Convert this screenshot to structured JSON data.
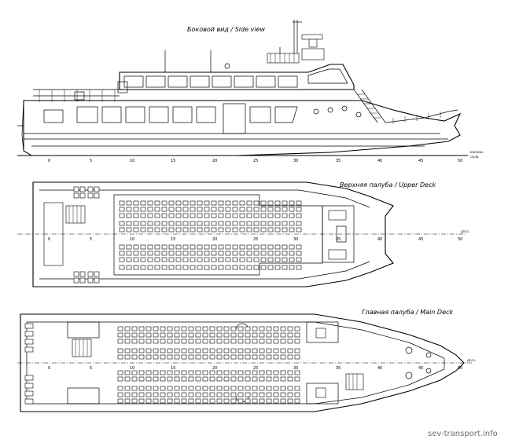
{
  "side_view": {
    "title": "Боковой вид / Side view",
    "frame_numbers": [
      "0",
      "5",
      "10",
      "15",
      "20",
      "25",
      "30",
      "35",
      "40",
      "45",
      "50"
    ],
    "waterline_labels": [
      "КВЛ/DWL",
      "ОЛ/BL"
    ]
  },
  "upper_deck": {
    "title": "Верхняя палуба / Upper Deck",
    "frame_numbers": [
      "0",
      "5",
      "10",
      "15",
      "20",
      "25",
      "30",
      "35",
      "40",
      "45",
      "50"
    ],
    "centerline_label": "ДП/CL"
  },
  "main_deck": {
    "title": "Главная палуба / Main Deck",
    "frame_numbers": [
      "0",
      "5",
      "10",
      "15",
      "20",
      "25",
      "30",
      "35",
      "40",
      "45",
      "50"
    ],
    "centerline_label": "ДП/CL"
  },
  "watermark": "sev-transport.info"
}
